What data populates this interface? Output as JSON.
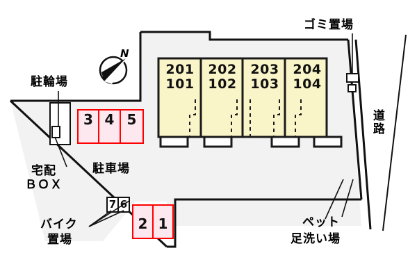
{
  "plan": {
    "title": "apartment-site-plan",
    "colors": {
      "site_fill": "#f2f2f2",
      "building_fill": "#faf5c8",
      "building_stroke": "#1a1a1a",
      "parking_fill": "#fce8ee",
      "parking_stroke": "#ff0000",
      "line": "#111111",
      "background": "#ffffff"
    }
  },
  "building": {
    "units": [
      {
        "upper": "201",
        "lower": "101"
      },
      {
        "upper": "202",
        "lower": "102"
      },
      {
        "upper": "203",
        "lower": "103"
      },
      {
        "upper": "204",
        "lower": "104"
      }
    ]
  },
  "parking_stalls": {
    "upper_row": [
      "3",
      "4",
      "5"
    ],
    "lower_row": [
      "2",
      "1"
    ]
  },
  "bike_stalls": [
    "7",
    "6"
  ],
  "labels": {
    "trash_area": "ゴミ置場",
    "bicycle_parking": "駐輪場",
    "delivery_box_line1": "宅配",
    "delivery_box_line2": "ＢＯＸ",
    "car_parking": "駐車場",
    "bike_area_line1": "バイク",
    "bike_area_line2": "置場",
    "pet_wash_line1": "ペット",
    "pet_wash_line2": "足洗い場",
    "road": "道路"
  },
  "compass": {
    "north_letter": "N"
  }
}
